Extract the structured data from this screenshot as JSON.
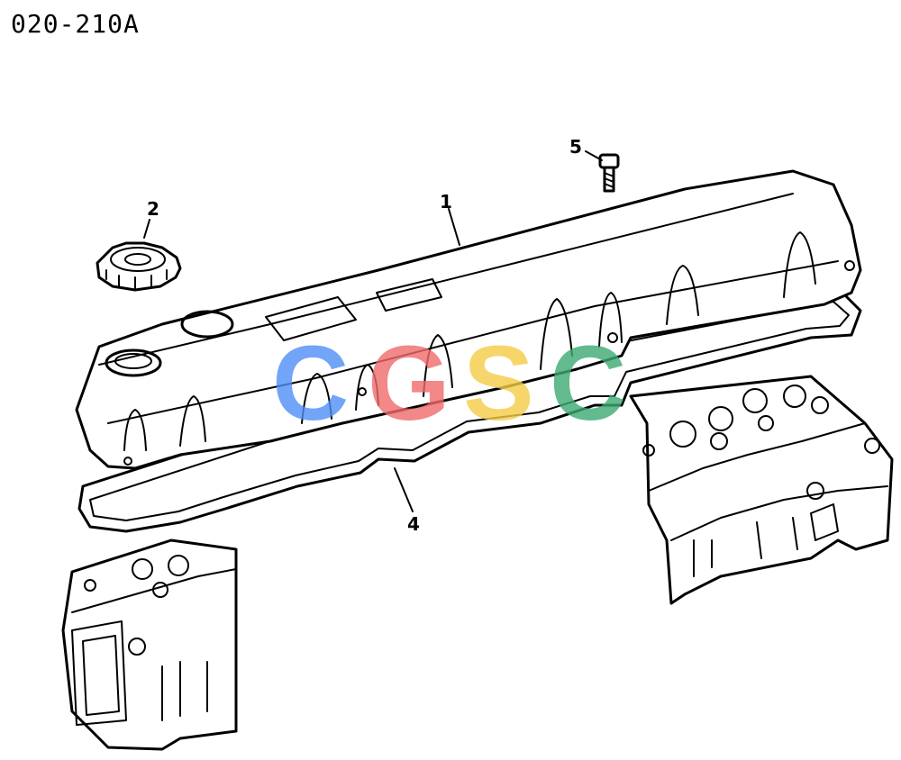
{
  "diagram_ref": "020-210A",
  "callouts": {
    "c1": "1",
    "c2": "2",
    "c4": "4",
    "c5": "5"
  },
  "watermark": {
    "letters": [
      "C",
      "G",
      "S",
      "C"
    ],
    "colors": [
      "#4f8ef7",
      "#ef6b6b",
      "#f5cd47",
      "#3daa72"
    ]
  }
}
